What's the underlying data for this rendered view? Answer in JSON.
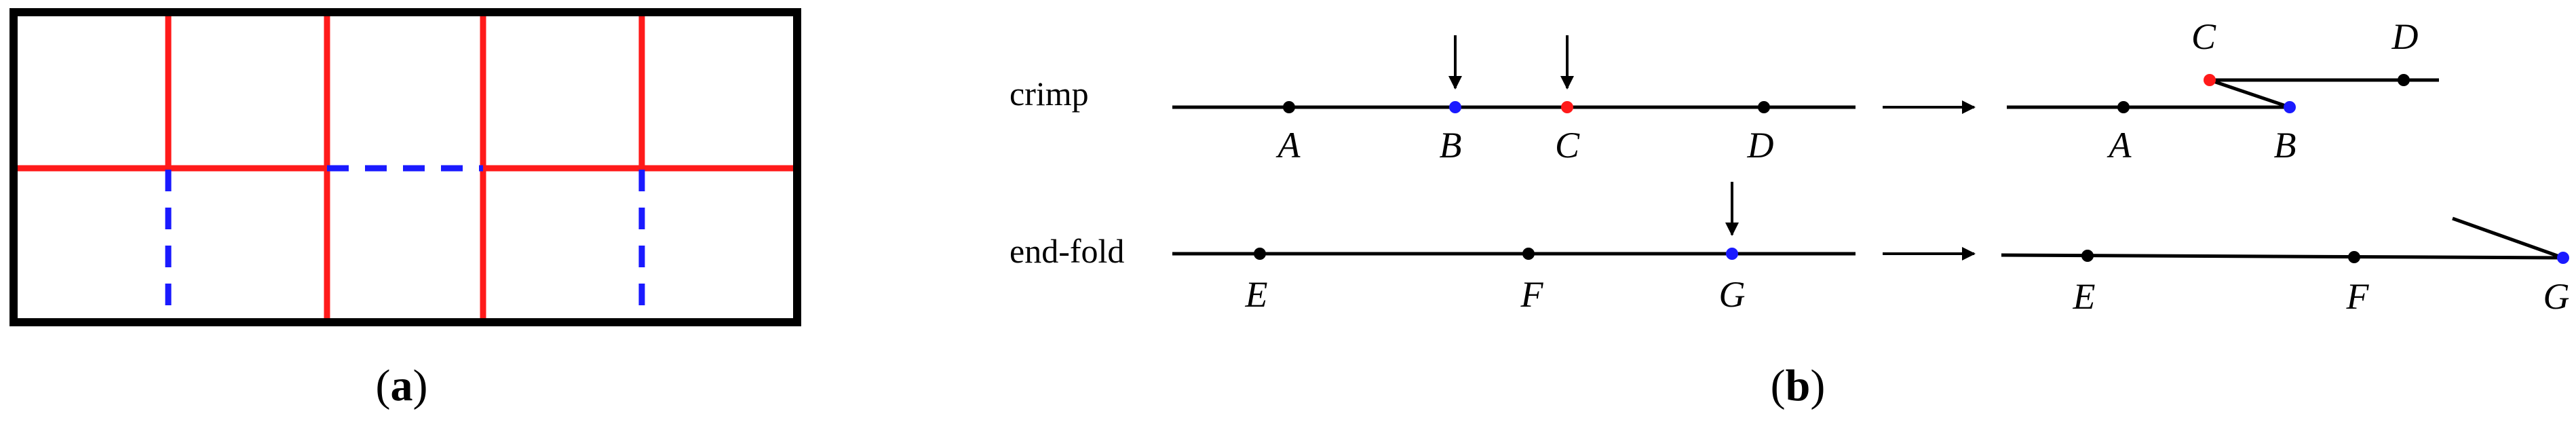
{
  "panel_a": {
    "caption_open": "(",
    "caption_letter": "a",
    "caption_close": ")",
    "colors": {
      "mountain": "#ff1a1a",
      "valley": "#1a1aff",
      "border": "#000000"
    }
  },
  "panel_b": {
    "caption_open": "(",
    "caption_letter": "b",
    "caption_close": ")",
    "rows": [
      {
        "label": "crimp",
        "points": [
          "A",
          "B",
          "C",
          "D"
        ],
        "result_points": [
          "A",
          "B",
          "C",
          "D"
        ]
      },
      {
        "label": "end-fold",
        "points": [
          "E",
          "F",
          "G"
        ],
        "result_points": [
          "E",
          "F",
          "G"
        ]
      }
    ],
    "colors": {
      "blue_point": "#1a1aff",
      "red_point": "#ff1a1a",
      "black": "#000000"
    }
  }
}
